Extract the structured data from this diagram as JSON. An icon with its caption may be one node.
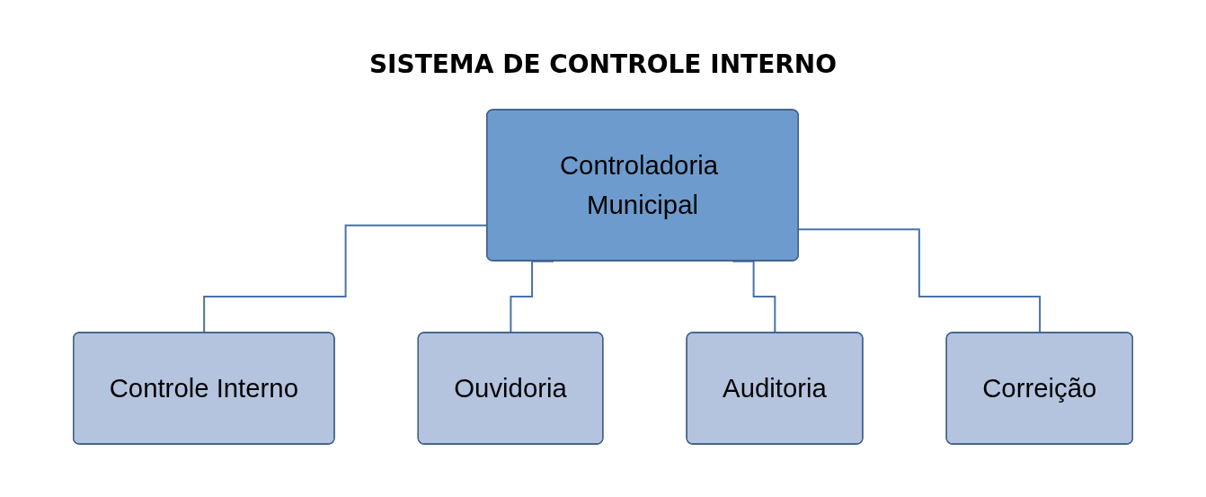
{
  "diagram": {
    "title": "SISTEMA DE CONTROLE INTERNO",
    "nodes": [
      {
        "text": [
          "Controladoria Municipal"
        ]
      },
      {
        "text": [
          "Controle Interno"
        ]
      },
      {
        "text": [
          "Ouvidoria"
        ]
      },
      {
        "text": [
          "Auditoria"
        ]
      },
      {
        "text": [
          "Correição"
        ]
      }
    ],
    "edges": [
      {
        "from": 0,
        "to": 1,
        "arrow": "none"
      },
      {
        "from": 0,
        "to": 2,
        "arrow": "none"
      },
      {
        "from": 0,
        "to": 3,
        "arrow": "none"
      },
      {
        "from": 0,
        "to": 4,
        "arrow": "none"
      }
    ]
  }
}
